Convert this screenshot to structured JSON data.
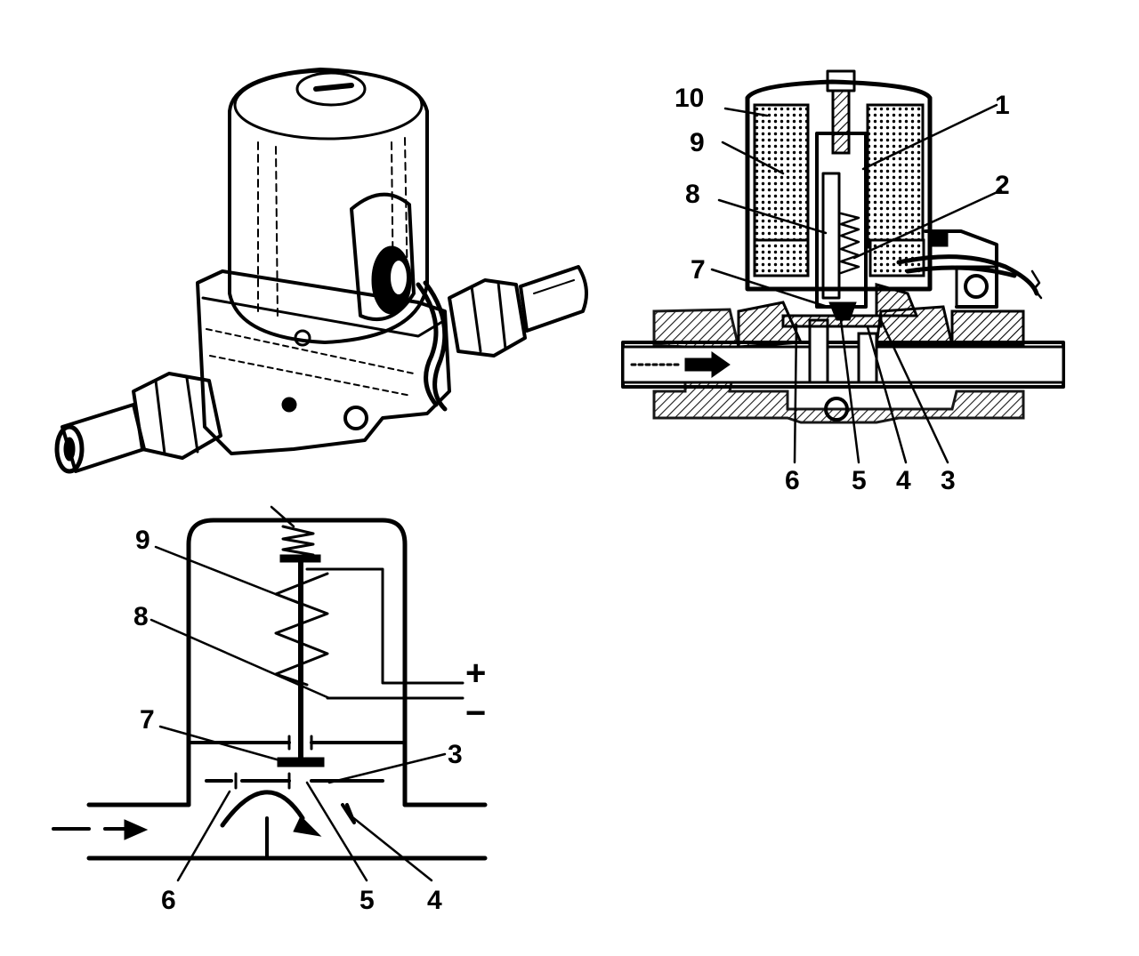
{
  "figure": {
    "exterior_view": {},
    "cross_section": {
      "labels": [
        "10",
        "9",
        "8",
        "7",
        "1",
        "2",
        "6",
        "5",
        "4",
        "3"
      ]
    },
    "schematic": {
      "labels": [
        "9",
        "8",
        "7",
        "3",
        "6",
        "5",
        "4"
      ],
      "terminal_plus": "+",
      "terminal_minus": "−"
    }
  }
}
